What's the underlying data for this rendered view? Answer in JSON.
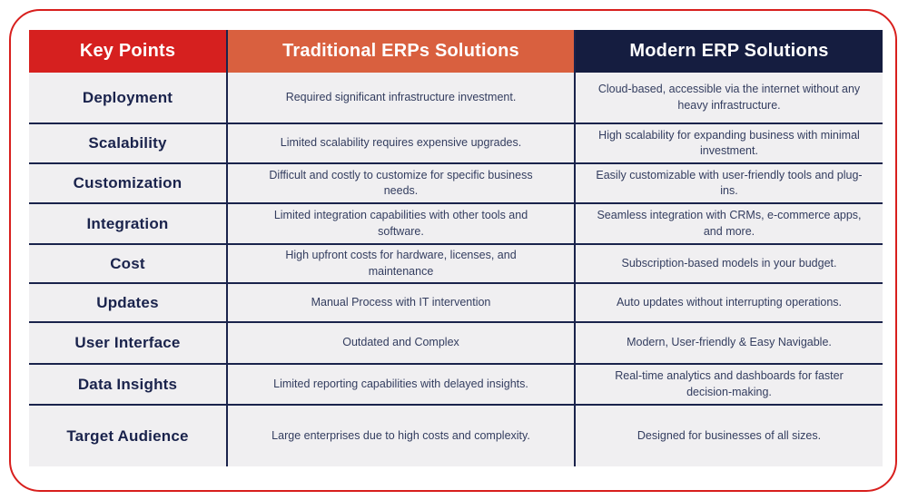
{
  "colors": {
    "card_border_red": "#d81f1d",
    "header_red": "#d6201f",
    "header_orange": "#d9603f",
    "header_navy": "#151d40",
    "row_bg": "#f0eff1",
    "border_navy": "#1a234c",
    "label_text": "#1a234c",
    "content_text": "#333d5f"
  },
  "table": {
    "headers": {
      "key_points": "Key Points",
      "traditional": "Traditional ERPs Solutions",
      "modern": "Modern ERP Solutions"
    },
    "rows": [
      {
        "key": "Deployment",
        "traditional": "Required significant infrastructure investment.",
        "modern": "Cloud-based, accessible via the internet without any heavy infrastructure."
      },
      {
        "key": "Scalability",
        "traditional": "Limited scalability requires expensive upgrades.",
        "modern": "High scalability for expanding business with minimal investment."
      },
      {
        "key": "Customization",
        "traditional": "Difficult and costly to customize for specific business needs.",
        "modern": "Easily customizable with user-friendly tools and plug-ins."
      },
      {
        "key": "Integration",
        "traditional": "Limited integration capabilities with other tools and software.",
        "modern": "Seamless integration with CRMs, e-commerce apps, and more."
      },
      {
        "key": "Cost",
        "traditional": "High upfront costs for hardware, licenses, and maintenance",
        "modern": "Subscription-based models in your budget."
      },
      {
        "key": "Updates",
        "traditional": "Manual Process with IT intervention",
        "modern": "Auto updates without interrupting operations."
      },
      {
        "key": "User Interface",
        "traditional": "Outdated and Complex",
        "modern": "Modern, User-friendly & Easy Navigable."
      },
      {
        "key": "Data Insights",
        "traditional": "Limited reporting capabilities with delayed insights.",
        "modern": "Real-time analytics and dashboards for faster decision-making."
      },
      {
        "key": "Target Audience",
        "traditional": "Large enterprises due to high costs and complexity.",
        "modern": "Designed for businesses of all sizes."
      }
    ]
  }
}
